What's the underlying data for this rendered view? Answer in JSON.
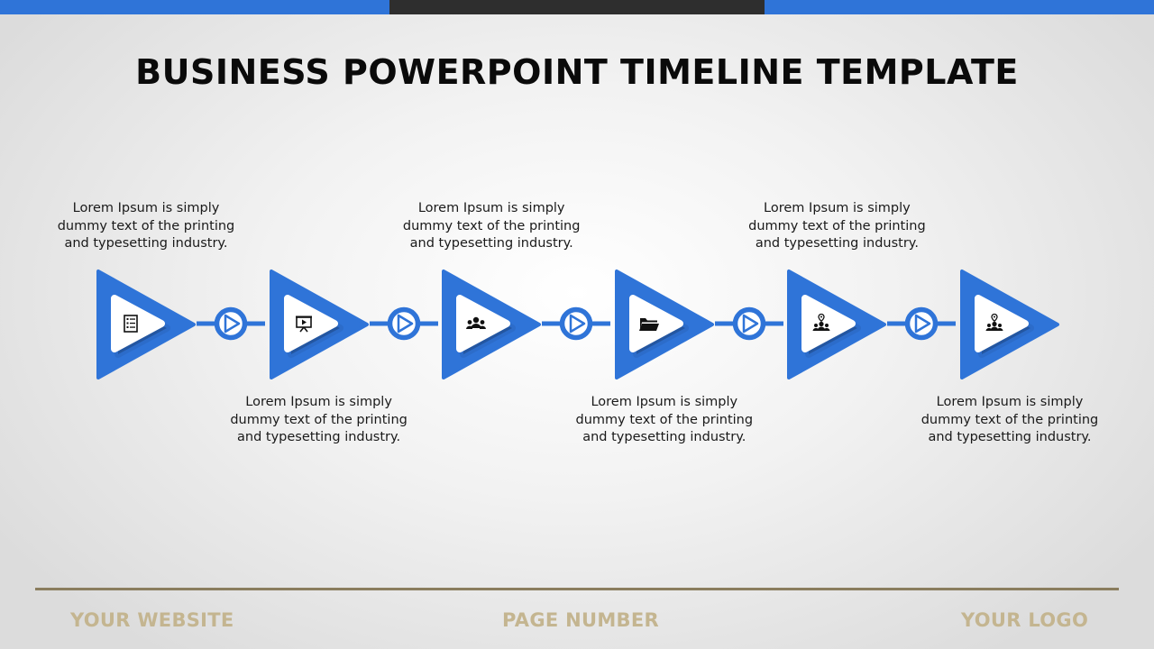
{
  "title": "BUSINESS POWERPOINT TIMELINE TEMPLATE",
  "colors": {
    "accent": "#2f74d8",
    "dark": "#2e2e2e",
    "footer_text": "#c4b590",
    "footer_line": "#8a7d5e"
  },
  "steps": [
    {
      "icon": "checklist-icon",
      "text": "Lorem Ipsum is simply dummy text of the printing and typesetting industry.",
      "position": "top"
    },
    {
      "icon": "presentation-icon",
      "text": "Lorem Ipsum is simply dummy text of the printing and typesetting industry.",
      "position": "bottom"
    },
    {
      "icon": "team-icon",
      "text": "Lorem Ipsum is simply dummy text of the printing and typesetting industry.",
      "position": "top"
    },
    {
      "icon": "folder-icon",
      "text": "Lorem Ipsum is simply dummy text of the printing and typesetting industry.",
      "position": "bottom"
    },
    {
      "icon": "team-location-icon",
      "text": "Lorem Ipsum is simply dummy text of the printing and typesetting industry.",
      "position": "top"
    },
    {
      "icon": "team-location-icon",
      "text": "Lorem Ipsum is simply dummy text of the printing and typesetting industry.",
      "position": "bottom"
    }
  ],
  "footer": {
    "website": "YOUR WEBSITE",
    "page_number": "PAGE NUMBER",
    "logo": "YOUR LOGO"
  }
}
